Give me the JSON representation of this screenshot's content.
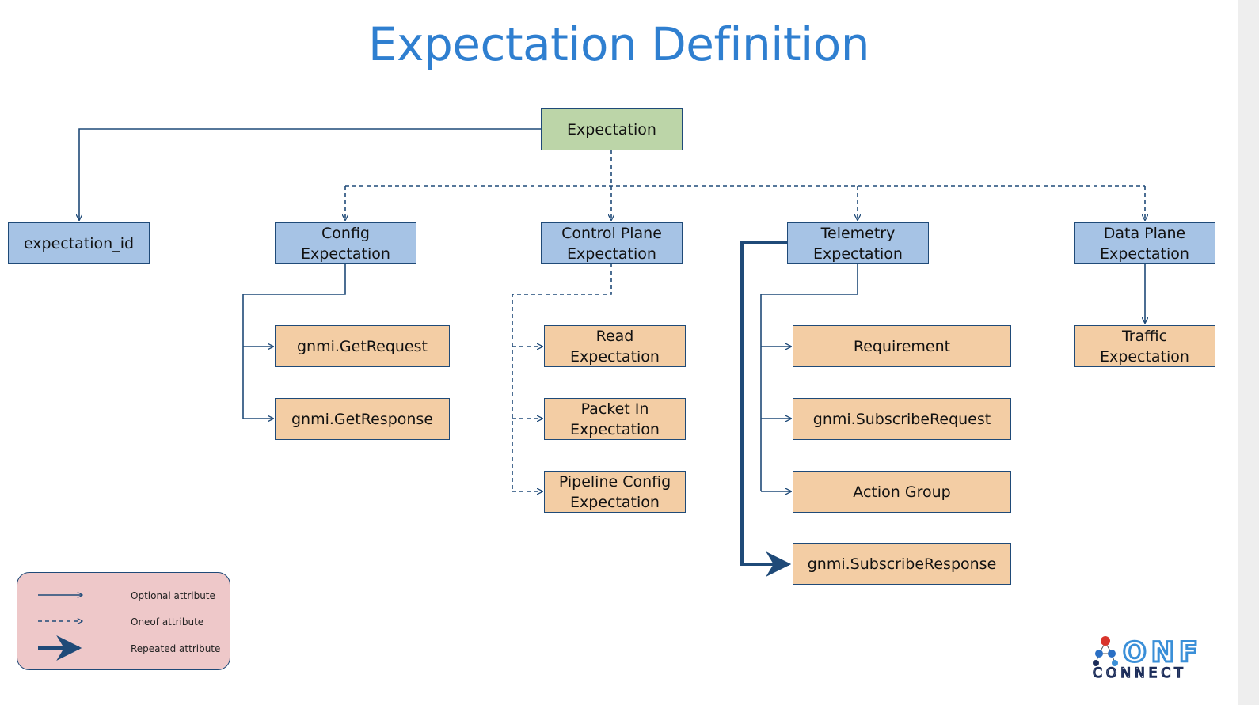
{
  "title": "Expectation Definition",
  "colors": {
    "title": "#2f7fd0",
    "root_fill": "#bcd5a8",
    "message_fill": "#a6c3e5",
    "field_fill": "#f3cda4",
    "line": "#1f4a78",
    "legend_fill": "#eec8c9"
  },
  "nodes": {
    "expectation": "Expectation",
    "expectation_id": "expectation_id",
    "config": "Config\nExpectation",
    "control_plane": "Control Plane\nExpectation",
    "telemetry": "Telemetry\nExpectation",
    "data_plane": "Data Plane\nExpectation",
    "get_request": "gnmi.GetRequest",
    "get_response": "gnmi.GetResponse",
    "read": "Read\nExpectation",
    "packet_in": "Packet In\nExpectation",
    "pipeline_config": "Pipeline Config\nExpectation",
    "requirement": "Requirement",
    "subscribe_request": "gnmi.SubscribeRequest",
    "action_group": "Action Group",
    "subscribe_response": "gnmi.SubscribeResponse",
    "traffic": "Traffic\nExpectation"
  },
  "legend": {
    "optional": "Optional attribute",
    "oneof": "Oneof attribute",
    "repeated": "Repeated attribute"
  },
  "logo": {
    "line1": "ONF",
    "line2": "CONNECT",
    "icon": "molecule-icon"
  }
}
